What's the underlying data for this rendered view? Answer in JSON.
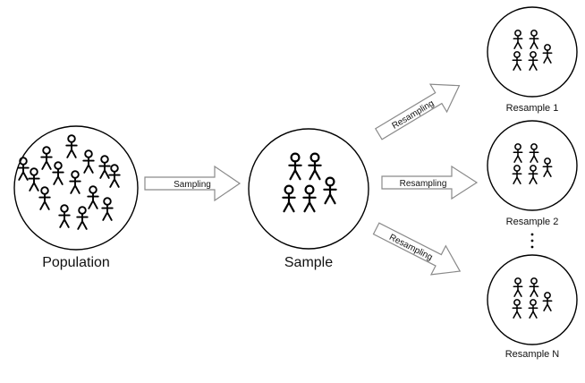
{
  "diagram": {
    "population_label": "Population",
    "sample_label": "Sample",
    "sampling_label": "Sampling",
    "resampling_label": "Resampling",
    "resample_labels": [
      "Resample 1",
      "Resample 2",
      "Resample N"
    ],
    "ellipsis": "⋮"
  },
  "colors": {
    "stroke": "#000000",
    "arrow_outline": "#8a8a8a",
    "background": "#ffffff"
  },
  "icons": [
    "stick-figure-icon"
  ]
}
